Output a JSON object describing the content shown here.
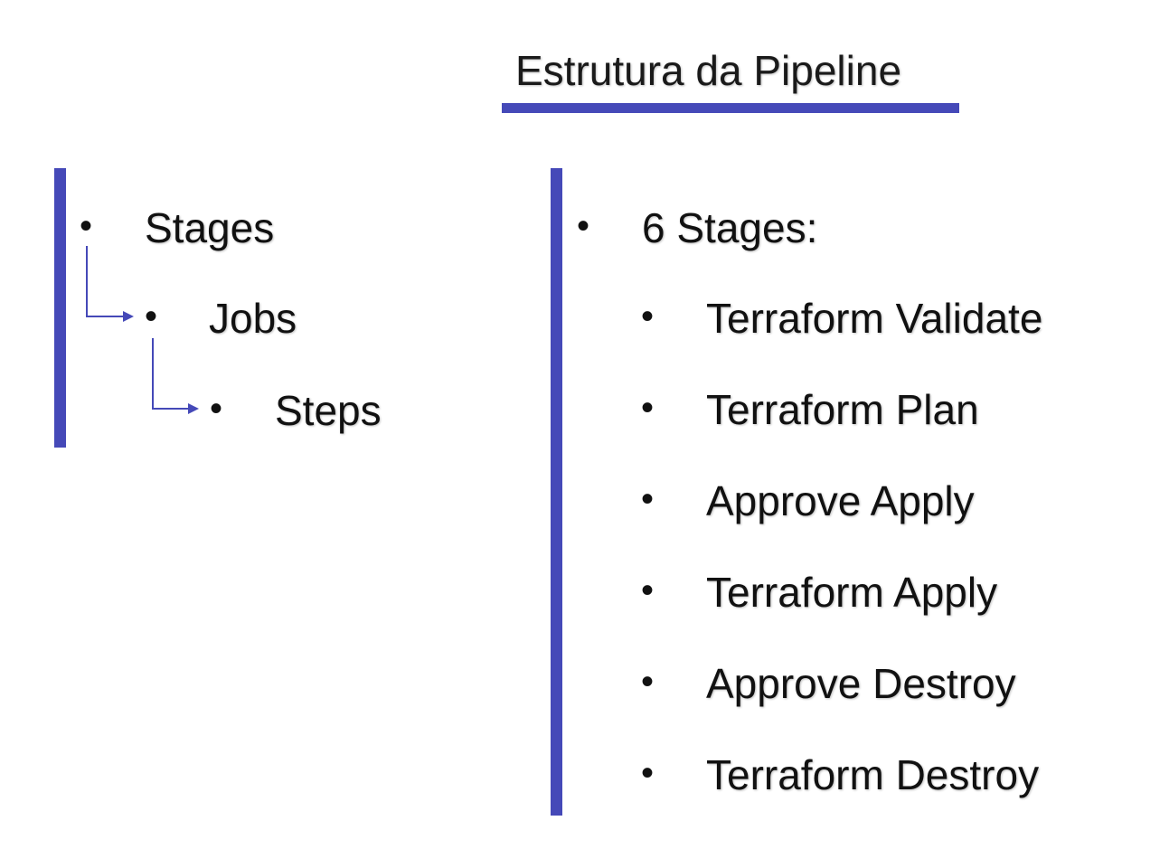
{
  "slide": {
    "title": "Estrutura da Pipeline",
    "accent_color": "#4549b8"
  },
  "hierarchy": {
    "level1": "Stages",
    "level2": "Jobs",
    "level3": "Steps",
    "bullet": "•"
  },
  "stages_list": {
    "heading": "6 Stages:",
    "bullet": "•",
    "items": [
      "Terraform Validate",
      "Terraform Plan",
      "Approve Apply",
      "Terraform Apply",
      "Approve Destroy",
      "Terraform Destroy"
    ]
  }
}
